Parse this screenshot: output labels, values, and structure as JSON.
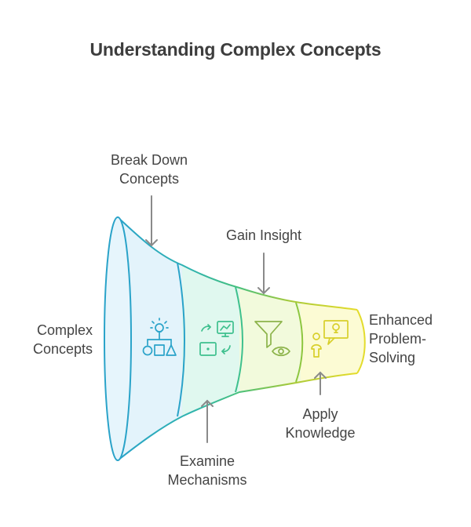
{
  "title": "Understanding Complex Concepts",
  "labels": {
    "start": [
      "Complex",
      "Concepts"
    ],
    "break_down": [
      "Break Down",
      "Concepts"
    ],
    "gain_insight": [
      "Gain Insight"
    ],
    "examine": [
      "Examine",
      "Mechanisms"
    ],
    "apply": [
      "Apply",
      "Knowledge"
    ],
    "end": [
      "Enhanced",
      "Problem-",
      "Solving"
    ]
  },
  "segments": [
    {
      "name": "break-down-concepts",
      "icon": "lightbulb-hierarchy-shapes-icon",
      "fill": "#e2f3fb",
      "stroke": "#2aa3c9"
    },
    {
      "name": "examine-mechanisms",
      "icon": "monitor-cycle-icon",
      "fill": "#dff7ee",
      "stroke": "#3ec08e"
    },
    {
      "name": "gain-insight",
      "icon": "funnel-eye-icon",
      "fill": "#f1fadb",
      "stroke": "#8cc63f"
    },
    {
      "name": "apply-knowledge",
      "icon": "person-idea-bubble-icon",
      "fill": "#fbfad2",
      "stroke": "#e3dc2d"
    }
  ],
  "colors": {
    "arrow": "#8a8a8a",
    "text": "#444444",
    "title": "#3d3d3d"
  }
}
